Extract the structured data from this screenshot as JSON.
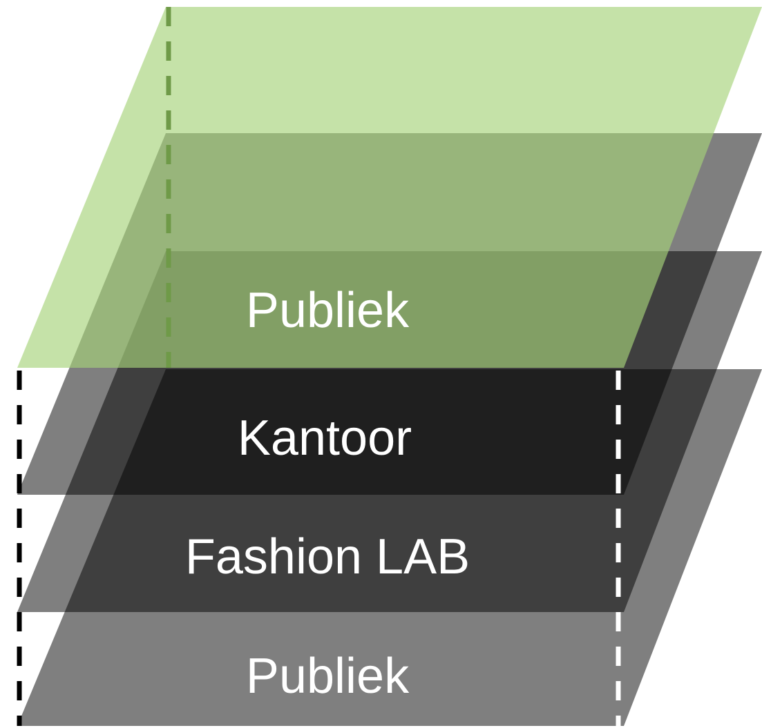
{
  "diagram": {
    "layers": [
      {
        "id": "top",
        "label": "",
        "color": "#a6d279",
        "opacity": 0.65
      },
      {
        "id": "layer-2",
        "label": "",
        "color": "#000000",
        "opacity": 0.5
      },
      {
        "id": "layer-3",
        "label": "",
        "color": "#000000",
        "opacity": 0.5
      },
      {
        "id": "bottom",
        "label": "",
        "color": "#000000",
        "opacity": 0.5
      }
    ],
    "band_labels": [
      {
        "id": "publiek-top",
        "text": "Publiek"
      },
      {
        "id": "kantoor",
        "text": "Kantoor"
      },
      {
        "id": "fashion-lab",
        "text": "Fashion LAB"
      },
      {
        "id": "publiek-bottom",
        "text": "Publiek"
      }
    ],
    "guide_lines": [
      {
        "id": "left-green",
        "color": "#6f9a48",
        "style": "dashed"
      },
      {
        "id": "left-black",
        "color": "#000000",
        "style": "dashed"
      },
      {
        "id": "right-white",
        "color": "#ffffff",
        "style": "dashed"
      }
    ]
  }
}
